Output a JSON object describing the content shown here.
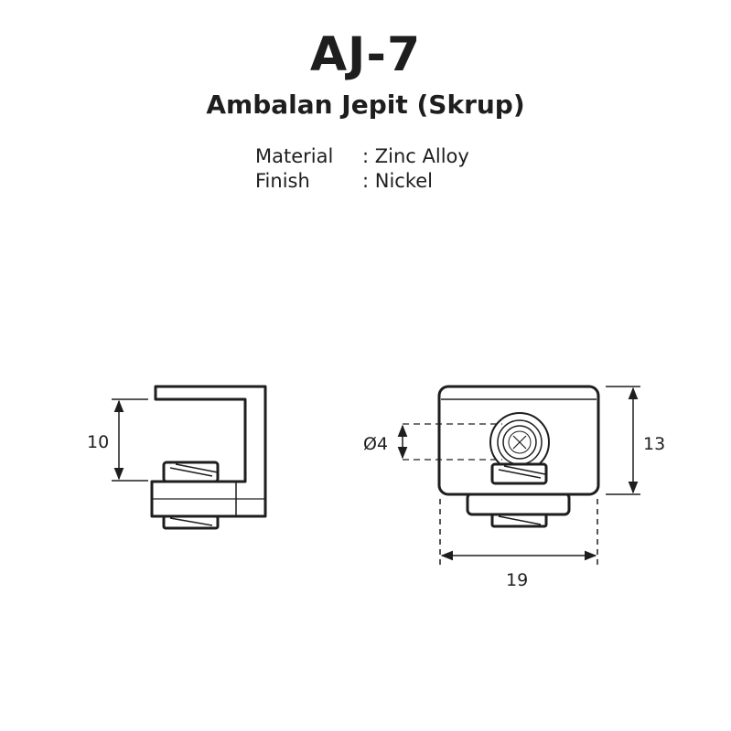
{
  "header": {
    "code": "AJ-7",
    "name": "Ambalan Jepit (Skrup)"
  },
  "specs": [
    {
      "label": "Material",
      "value": ": Zinc Alloy"
    },
    {
      "label": "Finish",
      "value": ": Nickel"
    }
  ],
  "dimensions": {
    "side_height": "10",
    "hole_diameter": "Ø4",
    "front_height": "13",
    "front_width": "19"
  },
  "colors": {
    "line": "#1e1e1e",
    "background": "#ffffff"
  }
}
